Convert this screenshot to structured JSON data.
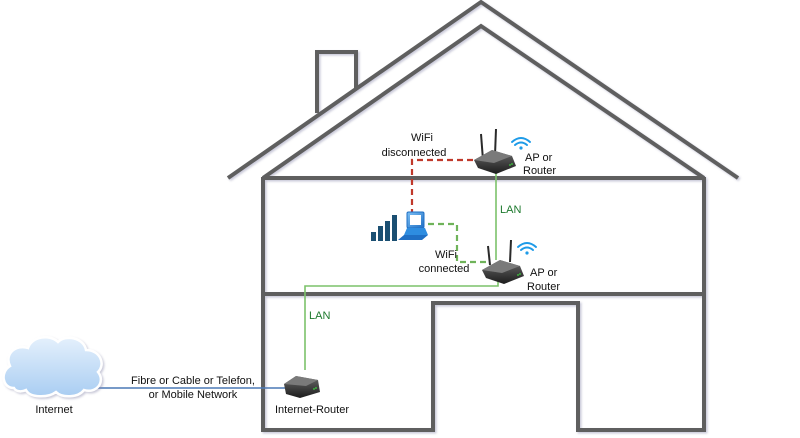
{
  "diagram": {
    "title": "Home network: Internet-Router, LAN-connected access points and WiFi client",
    "colors": {
      "wall": "#5f5f5f",
      "lan_cable": "#7cc26a",
      "lan_label": "#1e7a2e",
      "wifi_connected": "#6fb35a",
      "wifi_disconnected": "#c0392b",
      "wan_link": "#4a78b5",
      "cloud": "#bcd8f4",
      "wifi_signal": "#1e9be8",
      "signal_bars": "#1b4f72",
      "laptop": "#2e8de0"
    },
    "nodes": {
      "internet": {
        "label": "Internet",
        "icon": "cloud-icon"
      },
      "internet_router": {
        "label": "Internet-Router",
        "icon": "router-icon"
      },
      "ap_upper": {
        "label_line1": "AP or",
        "label_line2": "Router",
        "icon": "wireless-router-icon"
      },
      "ap_lower": {
        "label_line1": "AP or",
        "label_line2": "Router",
        "icon": "wireless-router-icon"
      },
      "client": {
        "icon": "laptop-icon",
        "signal_icon": "signal-bars-icon"
      }
    },
    "links": {
      "wan": {
        "label_line1": "Fibre or Cable or Telefon,",
        "label_line2": "or Mobile Network"
      },
      "lan_ground": {
        "label": "LAN"
      },
      "lan_upper": {
        "label": "LAN"
      },
      "wifi_disconnected": {
        "label_line1": "WiFi",
        "label_line2": "disconnected"
      },
      "wifi_connected": {
        "label_line1": "WiFi",
        "label_line2": "connected"
      }
    }
  }
}
